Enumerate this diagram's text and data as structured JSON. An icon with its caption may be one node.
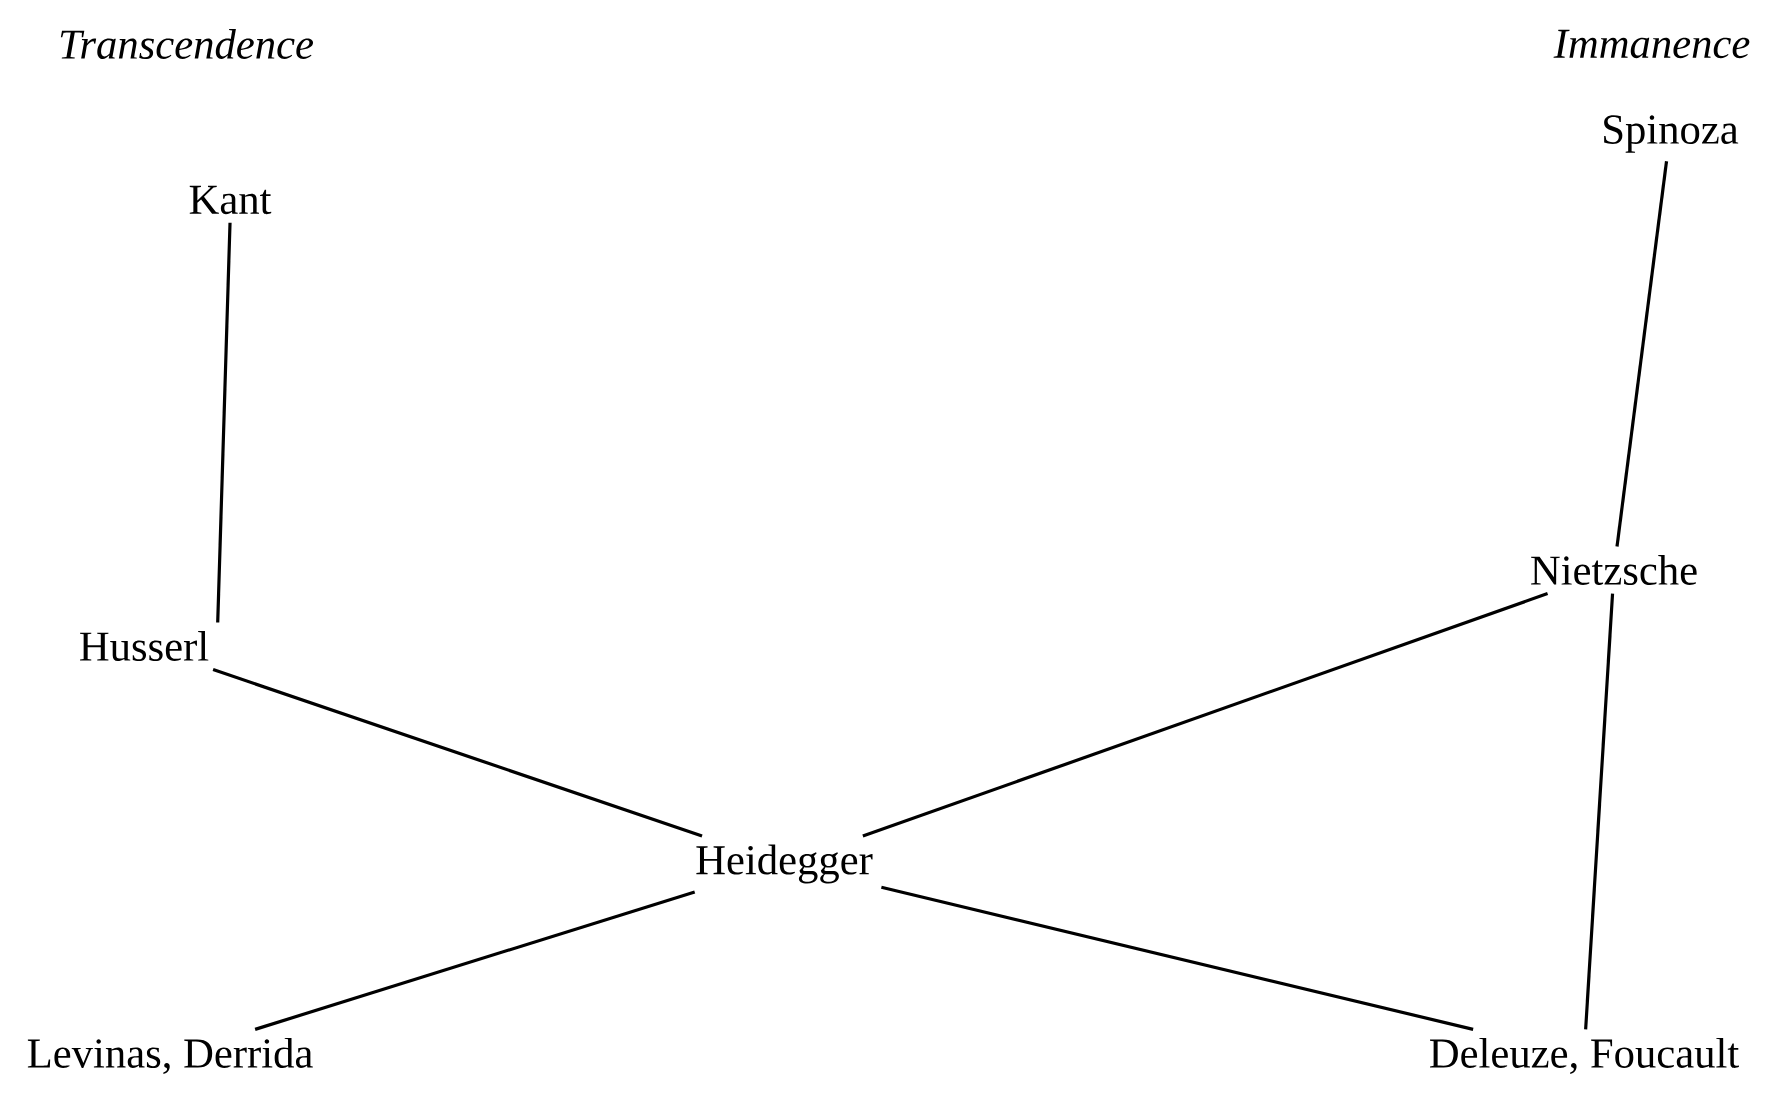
{
  "diagram": {
    "nodes": [
      {
        "text": [
          "Kant"
        ]
      },
      {
        "text": [
          "Husserl"
        ]
      },
      {
        "text": [
          "Heidegger"
        ]
      },
      {
        "text": [
          "Levinas, Derrida"
        ]
      },
      {
        "text": [
          "Spinoza"
        ]
      },
      {
        "text": [
          "Nietzsche"
        ]
      },
      {
        "text": [
          "Deleuze, Foucault"
        ]
      }
    ],
    "edges": [
      {
        "from": 0,
        "to": 1,
        "arrow": "none"
      },
      {
        "from": 1,
        "to": 2,
        "arrow": "none"
      },
      {
        "from": 2,
        "to": 5,
        "arrow": "none"
      },
      {
        "from": 2,
        "to": 3,
        "arrow": "none"
      },
      {
        "from": 2,
        "to": 6,
        "arrow": "none"
      },
      {
        "from": 4,
        "to": 5,
        "arrow": "none"
      },
      {
        "from": 5,
        "to": 6,
        "arrow": "none"
      }
    ],
    "labels": [
      "Transcendence",
      "Immanence"
    ]
  }
}
